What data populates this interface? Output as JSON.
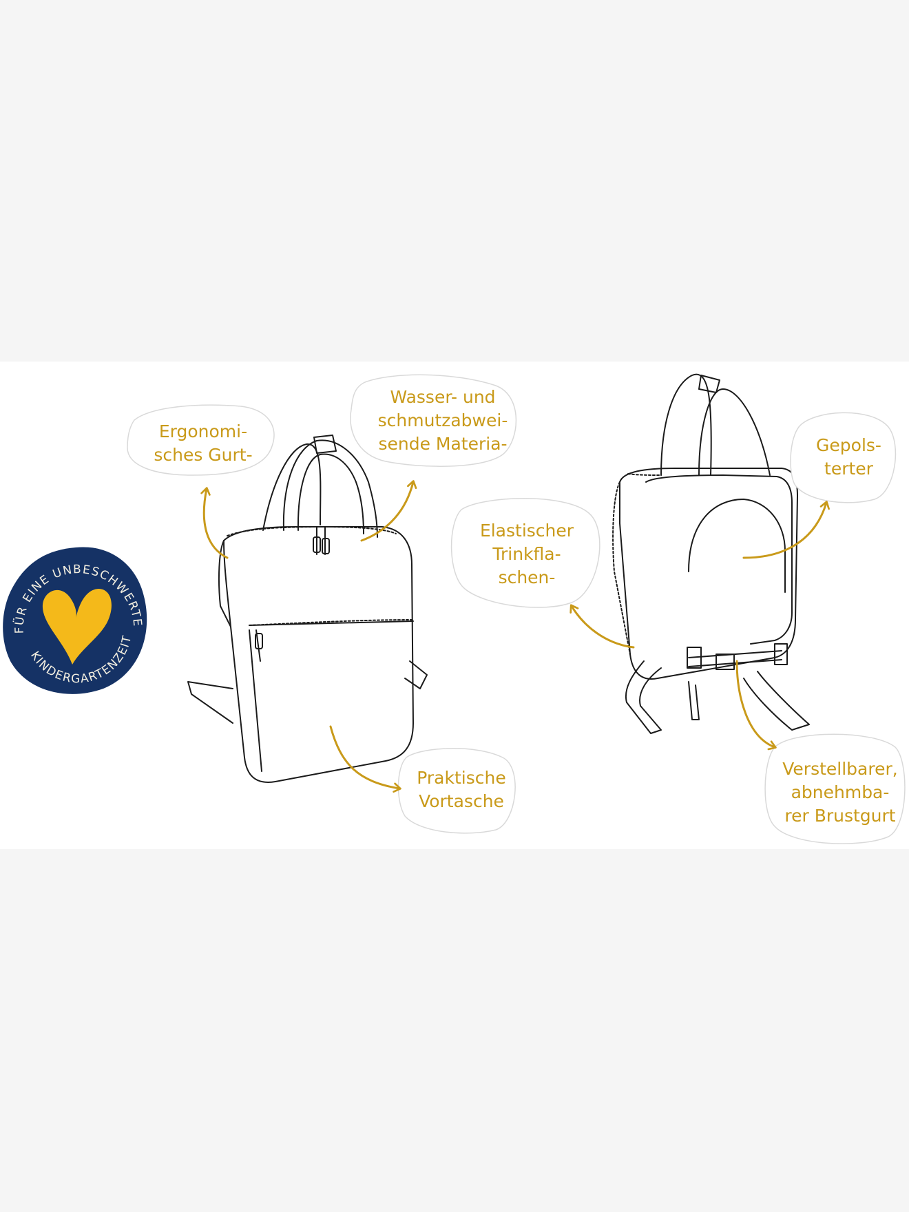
{
  "colors": {
    "background": "#f5f5f5",
    "banner": "#ffffff",
    "accent": "#c99a1a",
    "seal": "#153265",
    "heart": "#f4b91a",
    "line": "#1b1b1b"
  },
  "seal": {
    "top_text": "FÜR EINE UNBESCHWERTE",
    "bottom_text": "KINDERGARTENZEIT",
    "icon": "heart-icon"
  },
  "labels": {
    "ergonomic": [
      "Ergonomi-",
      "sches Gurt-"
    ],
    "water": [
      "Wasser- und",
      "schmutzabwei-",
      "sende Materia-"
    ],
    "pocket": [
      "Praktische",
      "Vortasche"
    ],
    "bottle": [
      "Elastischer",
      "Trinkfla-",
      "schen-"
    ],
    "padded": [
      "Gepols-",
      "terter"
    ],
    "chest": [
      "Verstellbarer,",
      "abnehmba-",
      "rer Brustgurt"
    ]
  }
}
